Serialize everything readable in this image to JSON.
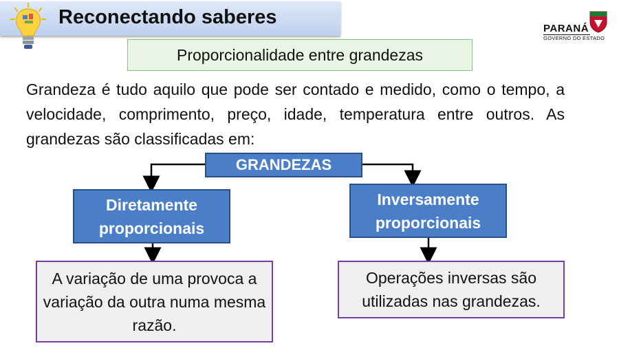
{
  "header": {
    "title": "Reconectando saberes"
  },
  "logo": {
    "name": "PARANÁ",
    "subtitle": "GOVERNO DO ESTADO"
  },
  "subtitle": "Proporcionalidade entre grandezas",
  "paragraph": "Grandeza é tudo aquilo que pode ser contado e medido, como o tempo, a velocidade, comprimento, preço, idade, temperatura entre outros. As grandezas são classificadas em:",
  "diagram": {
    "root": "GRANDEZAS",
    "left": {
      "title": "Diretamente proporcionais",
      "description": "A variação de uma provoca a variação da outra numa mesma razão."
    },
    "right": {
      "title": "Inversamente proporcionais",
      "description": "Operações inversas são utilizadas nas grandezas."
    }
  },
  "colors": {
    "box_blue": "#4a7fc8",
    "box_border": "#2a4f85",
    "desc_border": "#7a3ba5",
    "subtitle_bg": "#e9f4e4",
    "subtitle_border": "#7cc57c"
  }
}
